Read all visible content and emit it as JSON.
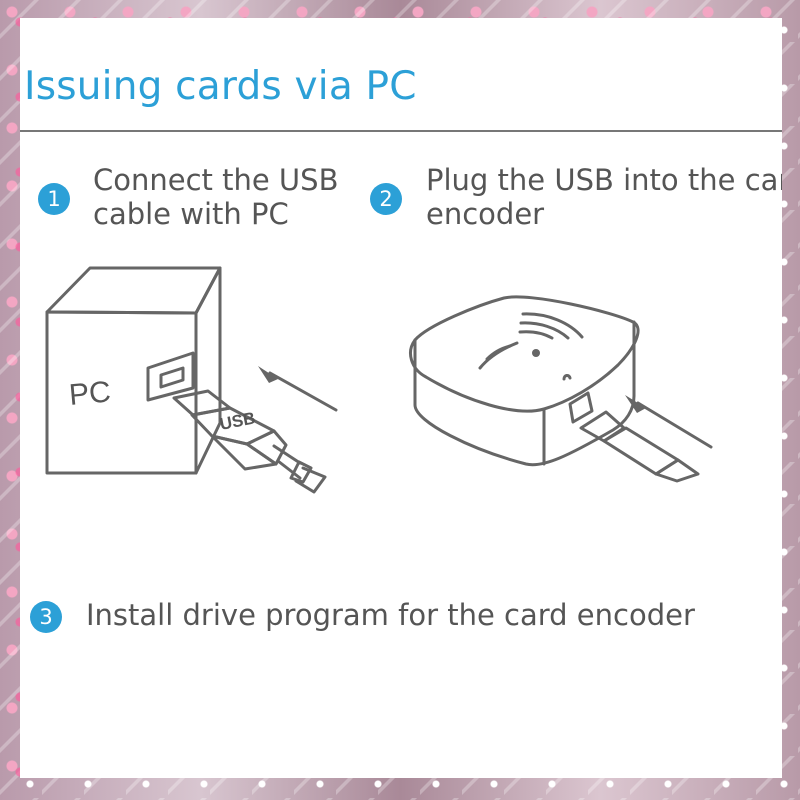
{
  "title": "Issuing cards via PC",
  "steps": [
    {
      "number": "1",
      "lines": [
        "Connect the USB",
        "cable with PC"
      ]
    },
    {
      "number": "2",
      "lines": [
        "Plug the USB into the card",
        "encoder"
      ]
    },
    {
      "number": "3",
      "lines": [
        "Install drive program for the card encoder"
      ]
    }
  ],
  "labels": {
    "pc": "PC",
    "usb": "USB"
  },
  "icons": {
    "step_badge": "numbered-circle-icon",
    "arrow": "arrow-icon",
    "wifi": "wireless-icon"
  },
  "colors": {
    "accent": "#2ca0d7",
    "text": "#555555",
    "line": "#666666"
  }
}
